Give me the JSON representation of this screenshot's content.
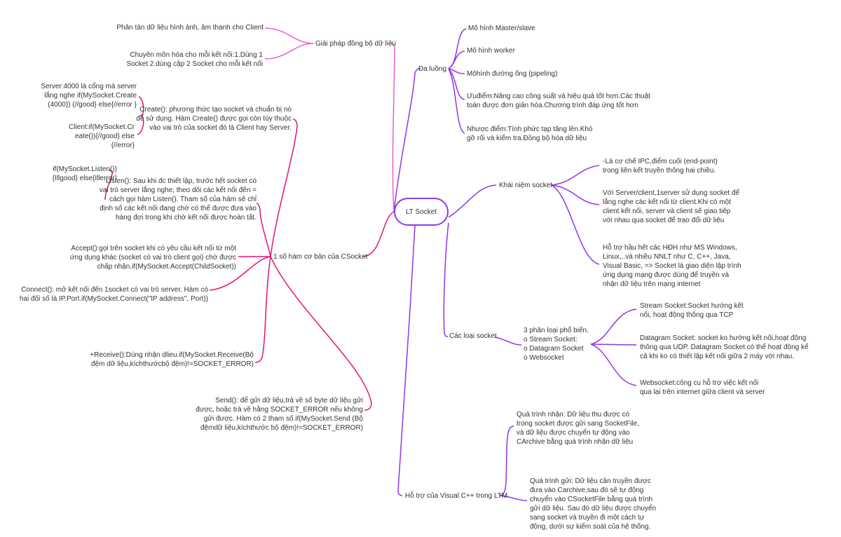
{
  "root": "LT Socket",
  "colors": {
    "sync_branch": "#e85fd6",
    "csocket_branch": "#e0157a",
    "right_branches": "#9035e8"
  },
  "sync": {
    "title": "Giải pháp đồng bộ dữ liệu",
    "items": [
      "Phân tán dữ liệu hình ảnh, âm thanh cho Client",
      "Chuyên môn hóa cho mỗi kết nối:1.Dùng 1\nSocket 2.dùng cặp 2 Socket cho mỗi kết nối"
    ]
  },
  "csocket": {
    "title": "1 số hàm cơ bản của CSocket",
    "create": "Create(): phương thức tạo socket và chuẩn bị nó\nđể sử dụng. Hàm Create() được gọi còn tùy thuộc\nvào vai trò của socket đó là Client hay Server.",
    "create_server": "Server:4000 là cổng mà server\nlắng nghe if(MySocket.Create\n(4000)) {//good} else{//error }",
    "create_client": "Client:if(MySocket.Cr\neate()){//good} else\n{//error}",
    "listen": "Listen(): Sau khi đc thiết lập, trước hết socket có\nvai trò server lắng nghe, theo dõi các kết nối đến =\ncách gọi hàm Listen(). Tham số của hàm sẽ chỉ\nđịnh số các kết nối đang chờ có thể được đưa vào\nhàng đợi trong khi chờ kết nối được hoàn tất.",
    "listen_code": "if(MySocket.Listen())\n{Illgood} else{Illerror}",
    "accept": "Accept():gọi trên socket khi có yêu cầu kết nối từ một\nứng dụng khác (socket có vai trò client gọi) chờ được\nchấp nhận.if(MySocket.Accept(ChildSocket))",
    "connect": "Connect(): mở kết nối đến 1socket có vai trò server. Hàm có\nhai đối số là IP.Port.if(MySocket.Connect(\"IP address\", Port))",
    "receive": "+Receive():Dùng nhận dlieu.if(MySocket.Receive(Bộ\nđệm dữ liệu,kíchthướcbộ đệm)!=SOCKET_ERROR)",
    "send": "Send(): để gửi dữ liệu,trả về số byte dữ liệu gửi\nđược, hoặc trả về hằng SOCKET_ERROR nếu không\ngửi được. Hàm có 2 tham số.if(MySocket.Send (Bộ\nđệmdữ liệu,kíchthước bộ đệm)!=SOCKET_ERROR)"
  },
  "multithread": {
    "title": "Đa luồng",
    "items": [
      "Mô hình Master/slave",
      "Mô hình worker",
      "Môhình đường ống (pipeling)",
      "Ưuđiểm:Nâng cao công suất và hiệu quả tốt hơn.Các thuật\ntoán được đơn giản hóa.Chương trình đáp ứng tốt hơn",
      "Nhược điểm:Tính phức tạp tăng lên.Khó\ngỡ rối và kiểm tra.Đồng bộ hóa dữ liệu"
    ]
  },
  "concept": {
    "title": "Khái niệm socket",
    "items": [
      "-Là cơ chế IPC,điểm cuối (end-point)\ntrong liên kết truyền thông hai chiều.",
      "Với Server/client,1server sử dụng socket để\nlắng nghe các kết nối từ client.Khi có một\nclient kết nối, server và client sẽ giao tiếp\nvới nhau qua socket để trao đổi dữ liệu",
      "Hỗ trợ hầu hết các HĐH như MS Windows,\nLinux,..và nhiều NNLT như C, C++, Java,\nVisual Basic, => Socket là giao diện lập trình\nứng dụng mạng được dùng để truyền và\nnhận dữ liệu trên mạng internet"
    ]
  },
  "types": {
    "title": "Các loại socket",
    "summary": "3 phân loại phổ biến.\n o Stream Socket:\n o Datagram Socket\n o Websocket",
    "items": [
      "Stream Socket:Socket hướng kết\nnối, hoạt động thông qua TCP",
      "Datagram Socket: socket ko hướng kết nối,hoạt động\nthông qua UDP. Datagram Socket có thể hoạt động kể\ncả khi ko có thiết lập kết nối giữa 2 máy với nhau.",
      "Websocket:công cụ hỗ trợ việc kết nối\nqua lại trên internet giữa client và server"
    ]
  },
  "vcpp": {
    "title": "Hỗ trợ của Visual C++ trong LTM",
    "items": [
      "Quá trình nhận: Dữ liệu thu được có\ntrong socket được gửi sang SocketFile,\nvà dữ liệu được chuyển tự động vào\nCArchive bằng quá trình nhận dữ liệu",
      "Quá trình gửi: Dữ liệu cần truyền được\nđưa vào Carchive,sau đó sẽ tự động\nchuyển vào CSocketFile bằng quá trình\ngửi dữ liệu. Sau đó dữ liệu được chuyển\nsang socket và truyền đi một cách tự\nđộng, dưới sự kiểm soát của hệ thống."
    ]
  }
}
